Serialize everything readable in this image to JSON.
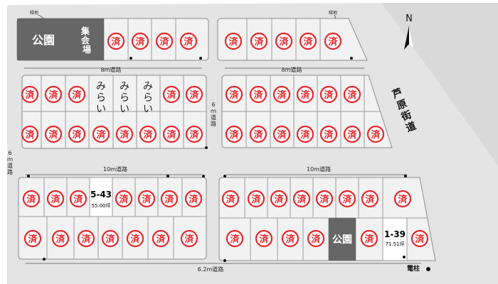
{
  "sold_mark": "済",
  "compass": {
    "north_label": "N"
  },
  "roads": {
    "top_left": "8m道路",
    "top_right": "8m道路",
    "center_vertical": "6ｍ道路",
    "left_vertical": "6ｍ道路",
    "mid_left": "10m道路",
    "mid_right": "10m道路",
    "bottom": "6.2m道路",
    "highway": "芦原街道"
  },
  "labels": {
    "greenbelt_left": "緑地",
    "greenbelt_right": "緑地",
    "park_top": "公園",
    "park_bottom": "公園",
    "meeting_hall": "集会場",
    "mirai": "みらい",
    "utility_pole": "電柱"
  },
  "available_lots": [
    {
      "number": "5-43",
      "area": "55.00坪"
    },
    {
      "number": "1-39",
      "area": "71.51坪"
    }
  ],
  "colors": {
    "sold_red": "#e8262a",
    "park_gray": "#666666",
    "road_gray": "#e4e4e4",
    "lot_fill": "#f2f2f2",
    "outline": "#8c8c8c"
  }
}
